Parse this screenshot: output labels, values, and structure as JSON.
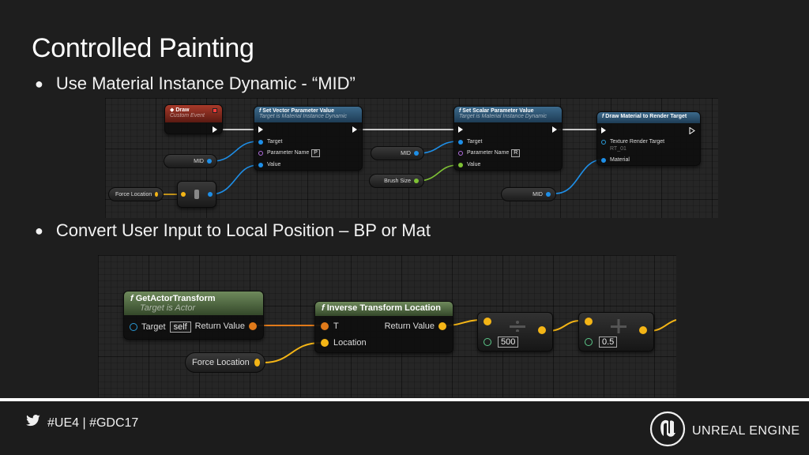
{
  "slide": {
    "title": "Controlled Painting",
    "bullets": [
      "Use Material Instance Dynamic - “MID”",
      "Convert User Input to Local Position – BP or Mat"
    ]
  },
  "graph1": {
    "draw_event": {
      "title": "Draw",
      "subtitle": "Custom Event"
    },
    "set_vector": {
      "title": "Set Vector Parameter Value",
      "subtitle": "Target is Material Instance Dynamic",
      "pin_target": "Target",
      "pin_param": "Parameter Name",
      "param_value": "P",
      "pin_value": "Value"
    },
    "set_scalar": {
      "title": "Set Scalar Parameter Value",
      "subtitle": "Target is Material Instance Dynamic",
      "pin_target": "Target",
      "pin_param": "Parameter Name",
      "param_value": "R",
      "pin_value": "Value"
    },
    "draw_material": {
      "title": "Draw Material to Render Target",
      "pin_texture": "Texture Render Target",
      "texture_value": "RT_01",
      "pin_material": "Material"
    },
    "var_mid": "MID",
    "var_force_location": "Force Location",
    "var_brush_size": "Brush Size"
  },
  "graph2": {
    "get_actor_transform": {
      "title": "GetActorTransform",
      "subtitle": "Target is Actor",
      "pin_target": "Target",
      "target_value": "self",
      "pin_return": "Return Value"
    },
    "inverse_transform": {
      "title": "Inverse Transform Location",
      "pin_t": "T",
      "pin_location": "Location",
      "pin_return": "Return Value"
    },
    "divide_value": "500",
    "add_value": "0.5",
    "var_force_location": "Force Location"
  },
  "footer": {
    "hashtags": "#UE4 | #GDC17",
    "brand": "UNREAL ENGINE"
  },
  "colors": {
    "exec": "#ffffff",
    "object_pin": "#1e8fe8",
    "vector_pin": "#f4b516",
    "float_pin": "#7ec235",
    "name_pin": "#b26ee0",
    "function_header": "#3c6a8c",
    "event_header": "#a83a2a",
    "pure_header": "#6f8a5c"
  }
}
